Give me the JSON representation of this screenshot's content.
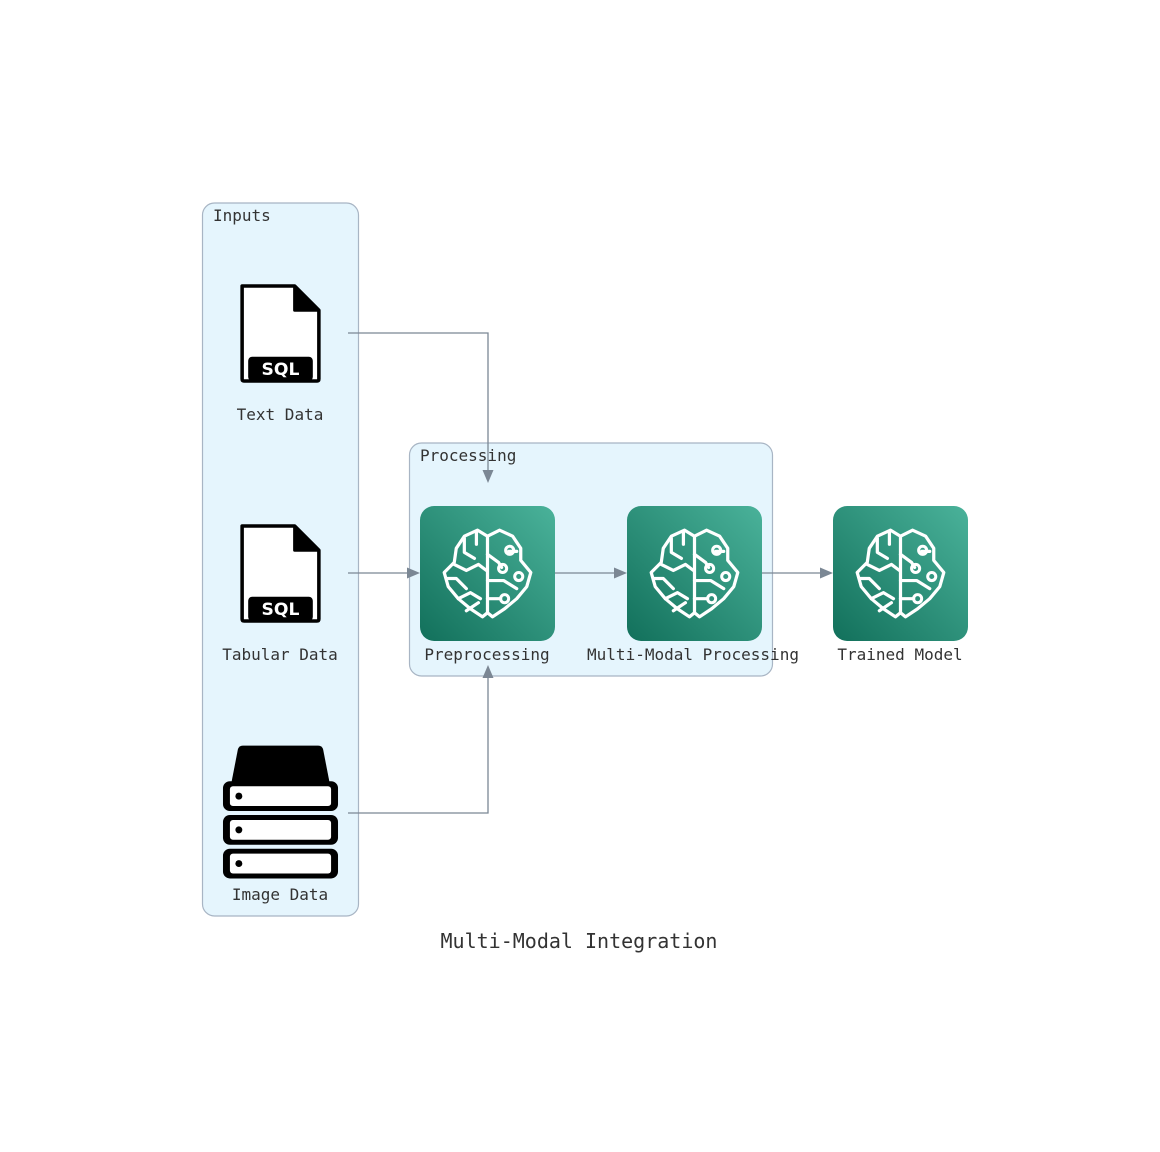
{
  "title": "Multi-Modal Integration",
  "colors": {
    "cluster_fill": "#e5f5fd",
    "cluster_border": "#a8b5c4",
    "ml_gradient_start": "#12705b",
    "ml_gradient_end": "#4ab29a",
    "edge": "#7b8794",
    "text": "#333333"
  },
  "clusters": {
    "inputs": {
      "label": "Inputs"
    },
    "processing": {
      "label": "Processing"
    }
  },
  "nodes": {
    "text_data": {
      "label": "Text Data",
      "icon": "sql-file-icon",
      "badge": "SQL"
    },
    "tabular_data": {
      "label": "Tabular Data",
      "icon": "sql-file-icon",
      "badge": "SQL"
    },
    "image_data": {
      "label": "Image Data",
      "icon": "database-stack-icon"
    },
    "preprocessing": {
      "label": "Preprocessing",
      "icon": "ml-brain-icon"
    },
    "multimodal": {
      "label": "Multi-Modal Processing",
      "icon": "ml-brain-icon"
    },
    "trained_model": {
      "label": "Trained Model",
      "icon": "ml-brain-icon"
    }
  },
  "edges": [
    {
      "from": "text_data",
      "to": "preprocessing"
    },
    {
      "from": "tabular_data",
      "to": "preprocessing"
    },
    {
      "from": "image_data",
      "to": "preprocessing"
    },
    {
      "from": "preprocessing",
      "to": "multimodal"
    },
    {
      "from": "multimodal",
      "to": "trained_model"
    }
  ]
}
